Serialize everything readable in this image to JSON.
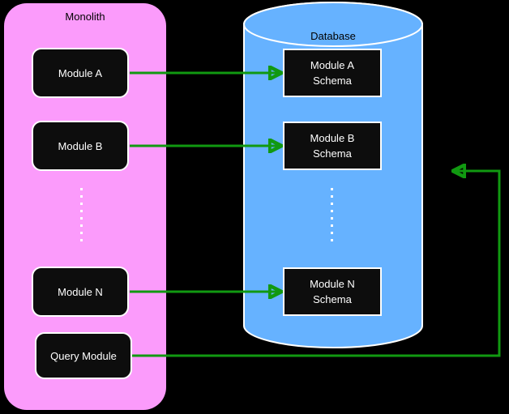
{
  "colors": {
    "background": "#000000",
    "monolith_fill": "#FB9BFB",
    "database_fill": "#66B2FF",
    "connector": "#119911",
    "node_fill": "#0D0D0D",
    "node_border": "#FFFFFF",
    "node_text": "#FFFFFF",
    "container_label_text": "#000000"
  },
  "monolith": {
    "label": "Monolith",
    "modules": [
      {
        "id": "module-a",
        "label": "Module A"
      },
      {
        "id": "module-b",
        "label": "Module B"
      },
      {
        "id": "module-n",
        "label": "Module N"
      },
      {
        "id": "query-module",
        "label": "Query Module"
      }
    ],
    "ellipsis": "vertical-dotted-line"
  },
  "database": {
    "label": "Database",
    "shape": "cylinder",
    "schemas": [
      {
        "id": "module-a-schema",
        "line1": "Module A",
        "line2": "Schema"
      },
      {
        "id": "module-b-schema",
        "line1": "Module B",
        "line2": "Schema"
      },
      {
        "id": "module-n-schema",
        "line1": "Module N",
        "line2": "Schema"
      }
    ],
    "ellipsis": "vertical-dotted-line"
  },
  "connectors": [
    {
      "id": "arrow-module-a-to-schema",
      "from": "module-a",
      "to": "module-a-schema"
    },
    {
      "id": "arrow-module-b-to-schema",
      "from": "module-b",
      "to": "module-b-schema"
    },
    {
      "id": "arrow-module-n-to-schema",
      "from": "module-n",
      "to": "module-n-schema"
    },
    {
      "id": "arrow-query-module-loop",
      "from": "query-module",
      "to": "database"
    }
  ]
}
